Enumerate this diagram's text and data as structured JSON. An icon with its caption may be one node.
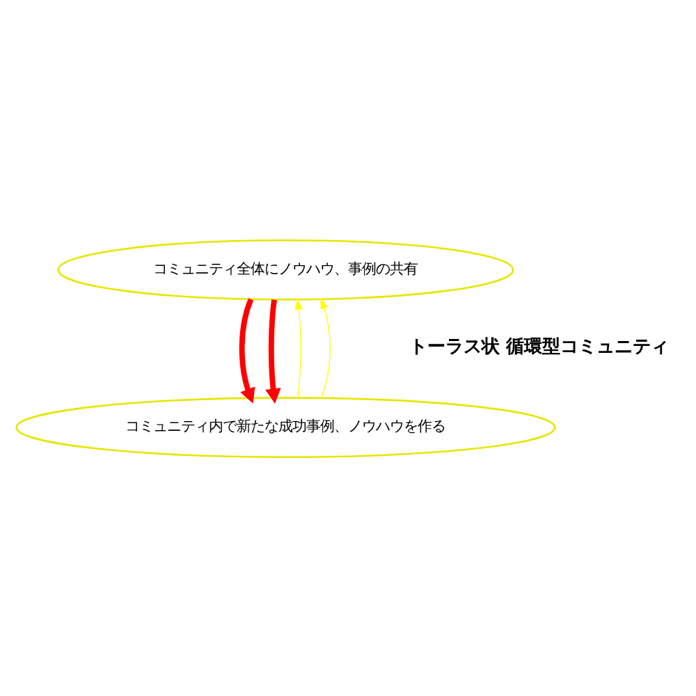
{
  "diagram": {
    "nodes": [
      {
        "text": [
          "コミュニティ全体にノウハウ、事例の共有"
        ]
      },
      {
        "text": [
          "コミュニティ内で新たな成功事例、ノウハウを作る"
        ]
      }
    ],
    "edges": [
      {
        "from": 0,
        "to": 1,
        "arrow": "to",
        "style": "thick",
        "color": "#ff0000"
      },
      {
        "from": 0,
        "to": 1,
        "arrow": "to",
        "style": "thick",
        "color": "#ff0000"
      },
      {
        "from": 1,
        "to": 0,
        "arrow": "to",
        "color": "#ffff00"
      },
      {
        "from": 1,
        "to": 0,
        "arrow": "to",
        "color": "#ffff00"
      }
    ],
    "labels": [
      "トーラス状 循環型コミュニティ"
    ]
  }
}
